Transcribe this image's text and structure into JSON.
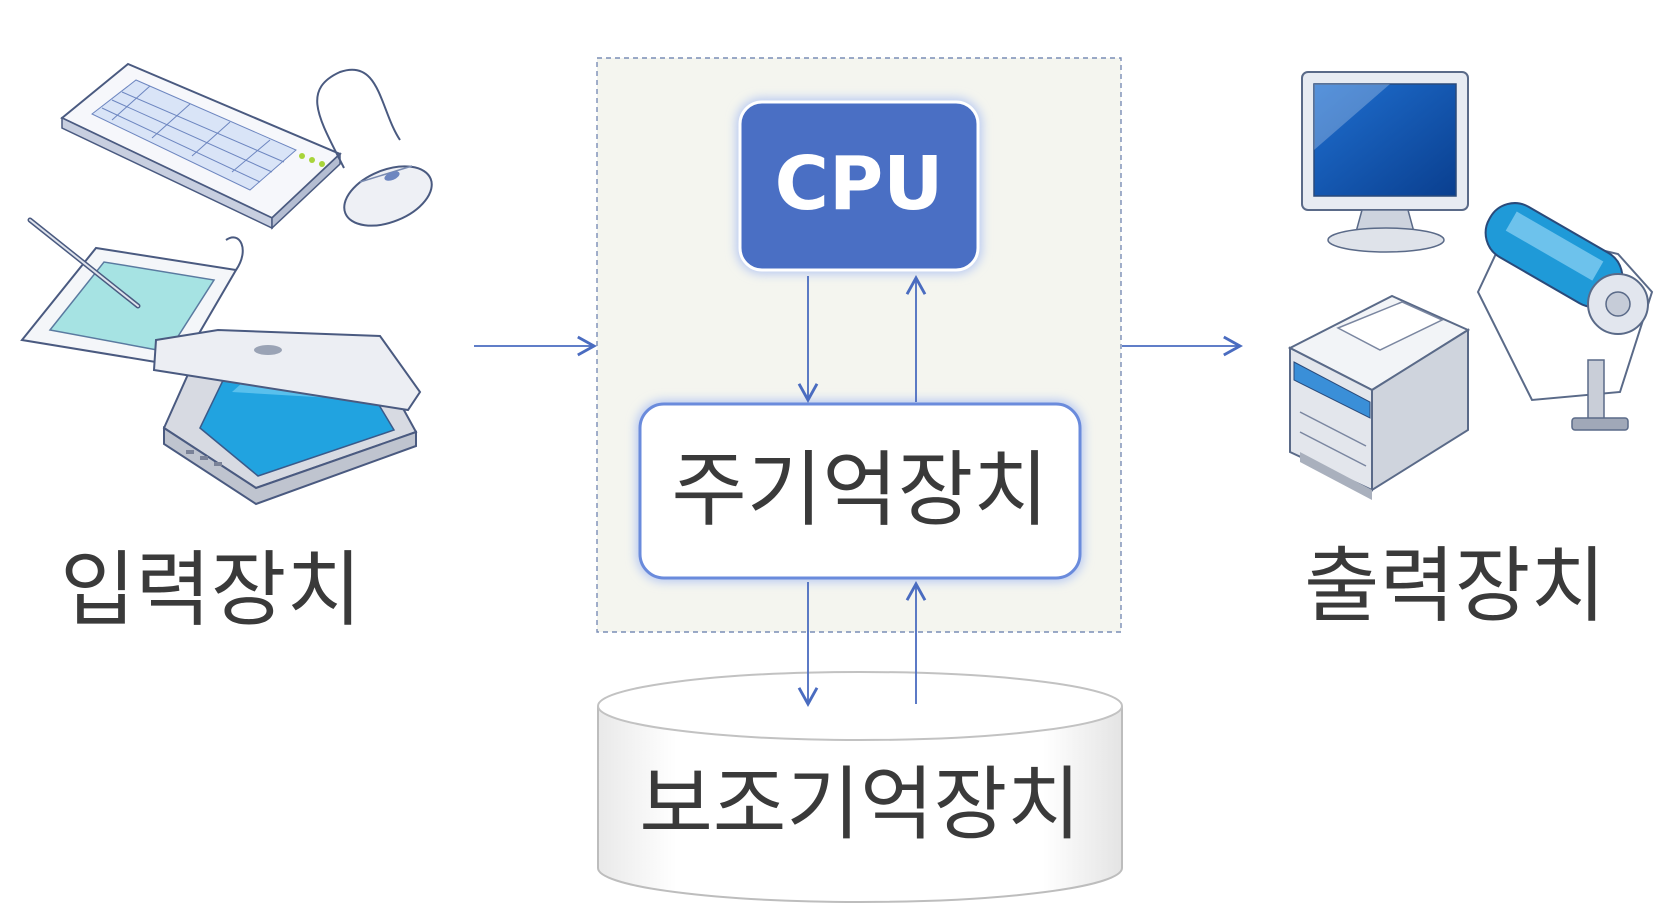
{
  "nodes": {
    "input_label": "입력장치",
    "output_label": "출력장치",
    "cpu_label": "CPU",
    "main_memory_label": "주기억장치",
    "aux_memory_label": "보조기억장치"
  },
  "icons": {
    "input": [
      "keyboard-icon",
      "mouse-icon",
      "pen-tablet-icon",
      "scanner-icon"
    ],
    "output": [
      "monitor-icon",
      "printer-icon",
      "plotter-icon"
    ]
  },
  "colors": {
    "cpu_fill": "#4a6fc4",
    "arrow": "#4a6cc0",
    "box_border": "#5b7fd6",
    "glow": "#b8c9f2",
    "panel_fill": "#f4f5ef",
    "panel_border": "#7a8db6"
  }
}
